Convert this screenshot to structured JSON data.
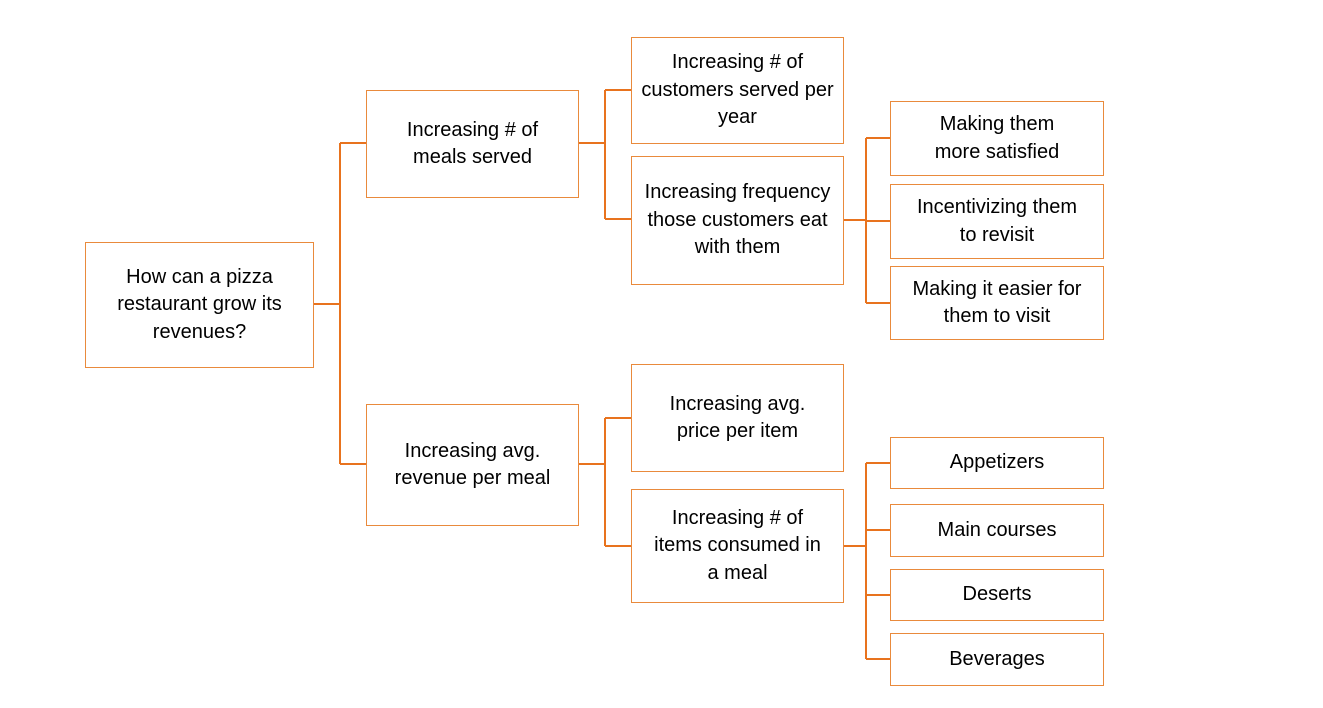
{
  "colors": {
    "connector": "#e8731e",
    "box_border": "#e98a3c",
    "text": "#000000",
    "background": "#ffffff"
  },
  "nodes": {
    "root": {
      "label": "How can a pizza restaurant grow its revenues?"
    },
    "meals": {
      "label": "Increasing # of meals served"
    },
    "revenue": {
      "label": "Increasing avg. revenue per meal"
    },
    "customers": {
      "label": "Increasing # of customers served per year"
    },
    "frequency": {
      "label": "Increasing frequency those customers eat with them"
    },
    "price": {
      "label": "Increasing avg. price per item"
    },
    "items": {
      "label": "Increasing # of items consumed in a meal"
    },
    "satisfied": {
      "label": "Making them more satisfied"
    },
    "incentivizing": {
      "label": "Incentivizing them to revisit"
    },
    "easier": {
      "label": "Making it easier for them to visit"
    },
    "appetizers": {
      "label": "Appetizers"
    },
    "main_courses": {
      "label": "Main courses"
    },
    "deserts": {
      "label": "Deserts"
    },
    "beverages": {
      "label": "Beverages"
    }
  }
}
